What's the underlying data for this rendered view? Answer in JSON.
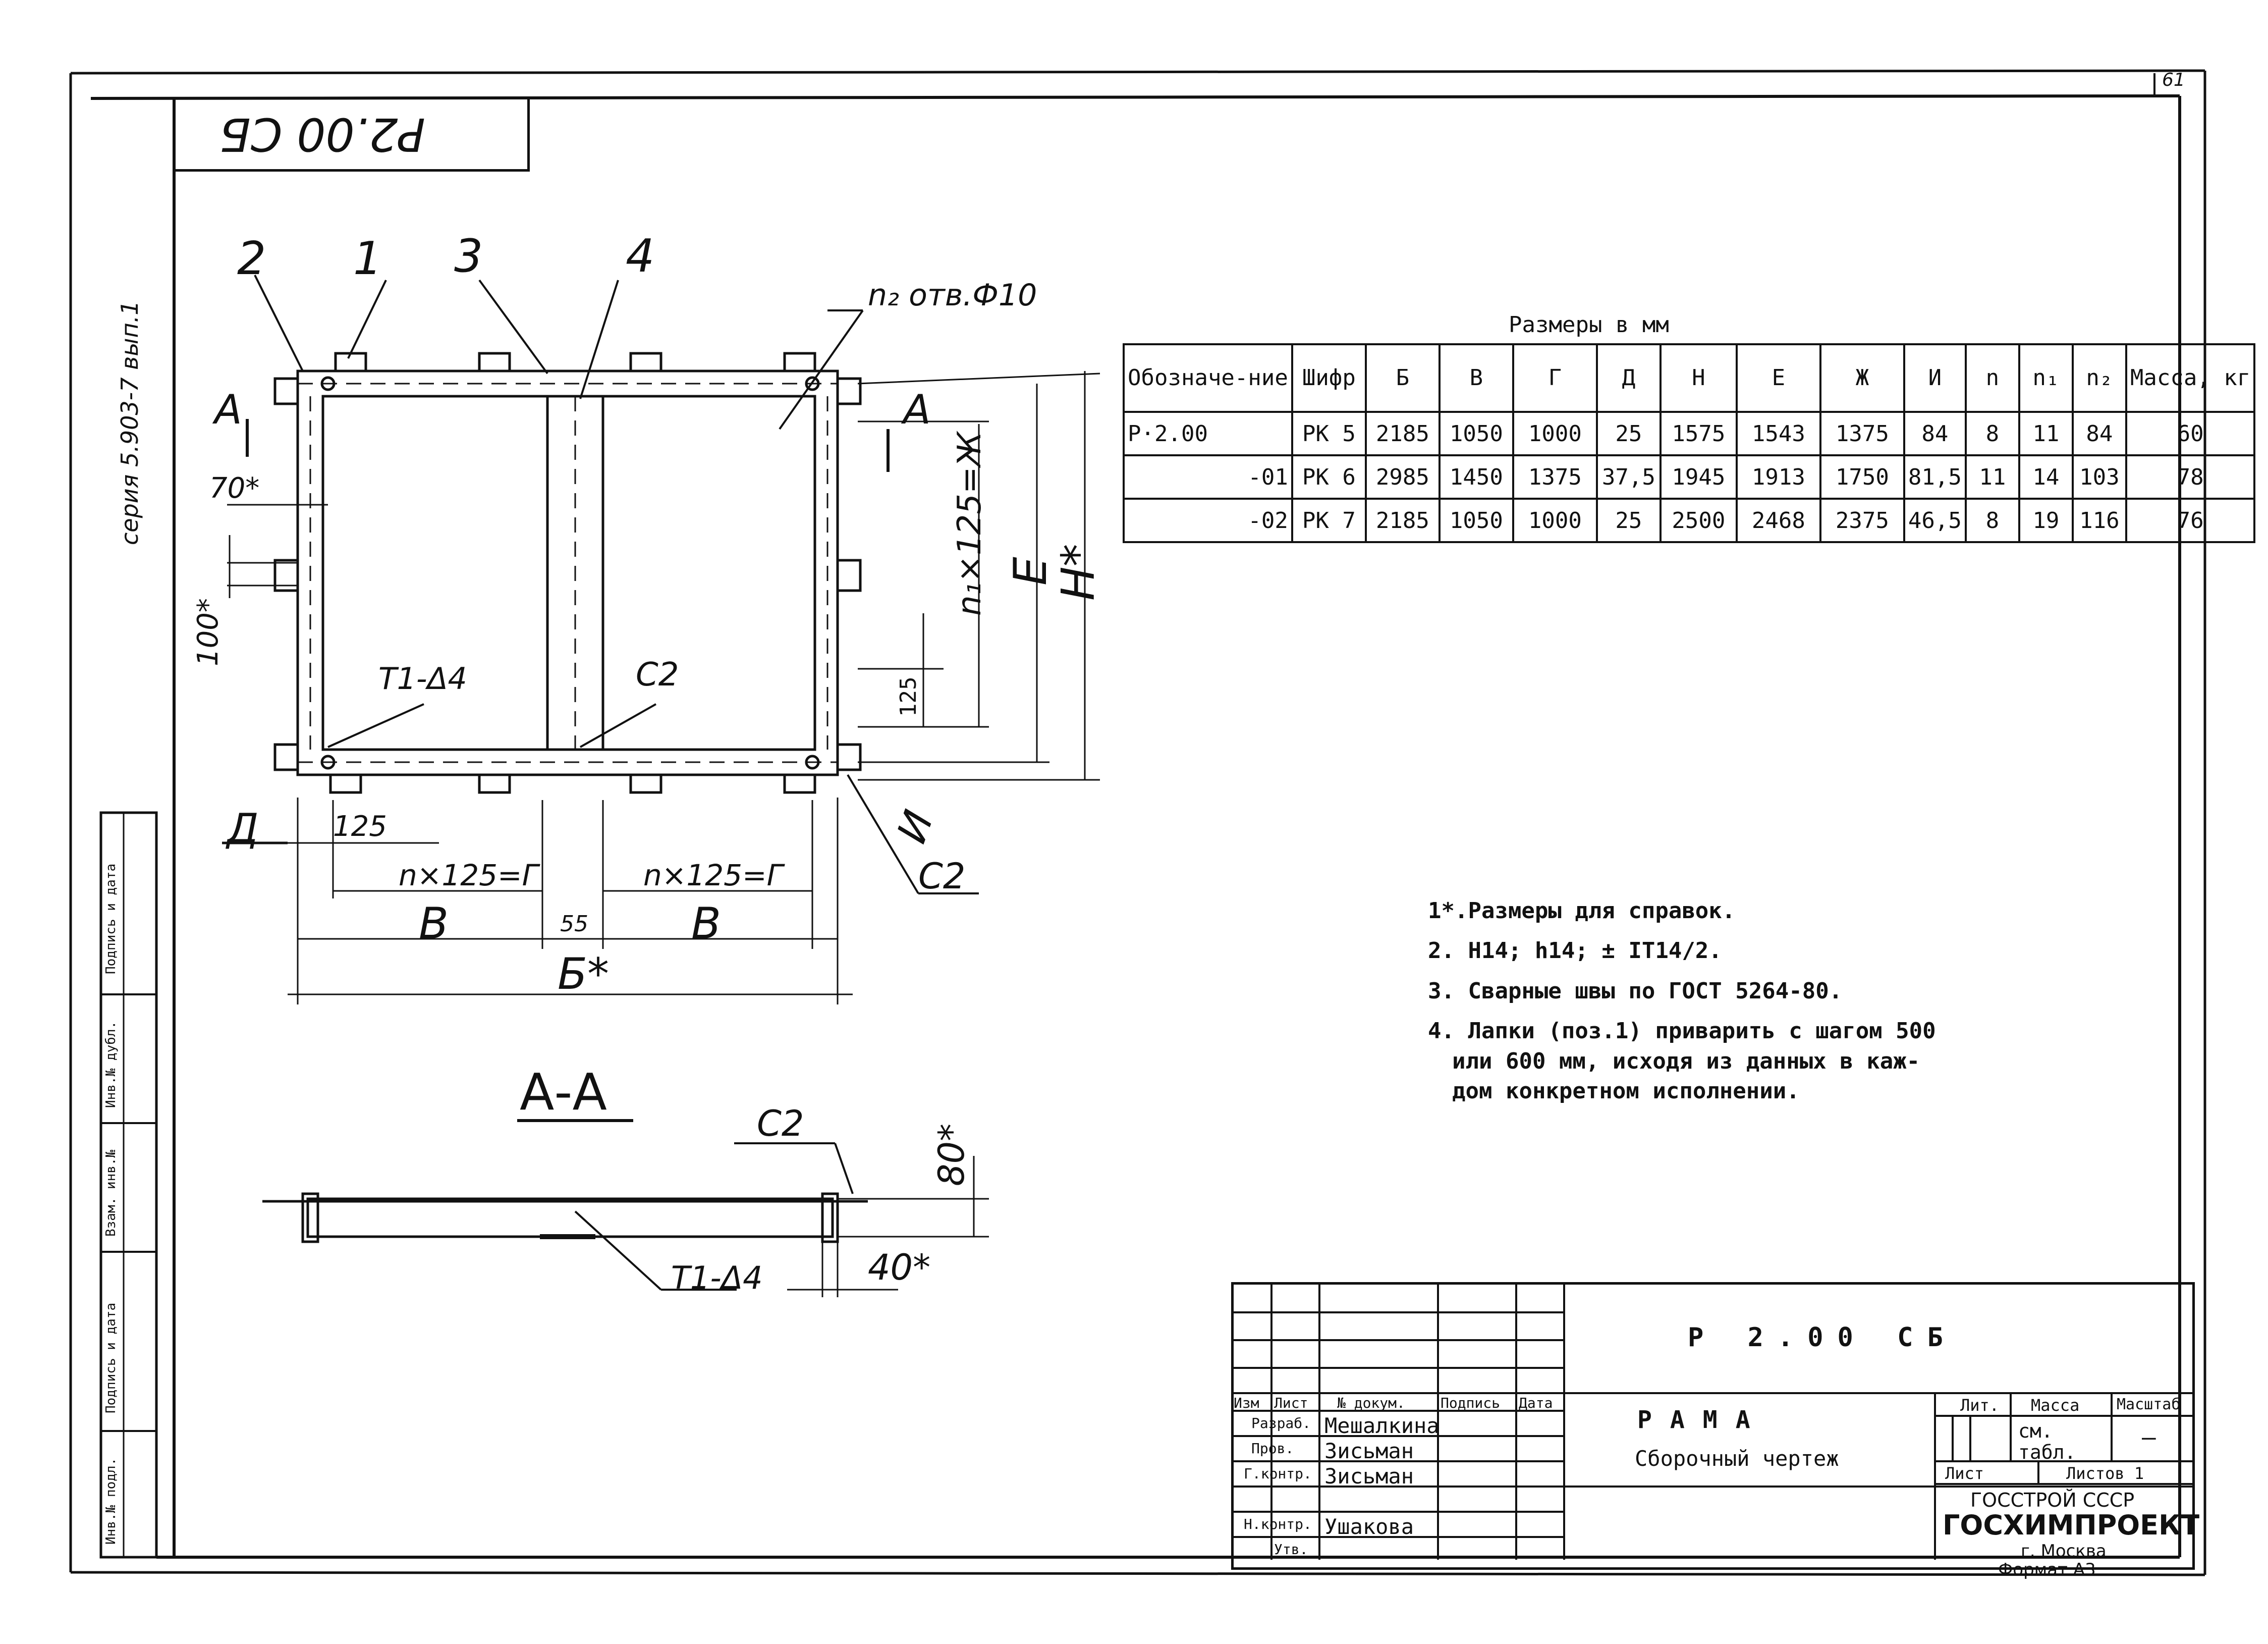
{
  "sheet_number": "61",
  "stamp": "Р2.00 СБ",
  "series_side": "серия 5.903-7 вып.1",
  "side_fields": [
    "Подпись и дата",
    "Инв.№ дубл.",
    "Взам. инв.№",
    "Подпись и дата",
    "Инв.№ подл."
  ],
  "drawing_labels": {
    "pos1": "1",
    "pos2": "2",
    "pos3": "3",
    "pos4": "4",
    "holes": "n₂ отв.Ф10",
    "section_mark": "А",
    "dim_70": "70*",
    "dim_100": "100*",
    "weld_t1": "Т1-Δ4",
    "weld_c2": "С2",
    "dim_d": "Д",
    "dim_125": "125",
    "dim_n_g": "n×125=Г",
    "dim_v": "В",
    "dim_55": "55",
    "dim_b": "Б*",
    "dim_i": "И",
    "dim_n1_zh": "n₁×125=Ж",
    "dim_e": "Е",
    "dim_h": "Н*",
    "section_title": "А-А",
    "dim_80": "80*",
    "dim_40": "40*"
  },
  "dims_table": {
    "caption": "Размеры в мм",
    "headers": [
      "Обозначе-ние",
      "Шифр",
      "Б",
      "В",
      "Г",
      "Д",
      "Н",
      "Е",
      "Ж",
      "И",
      "n",
      "n₁",
      "n₂",
      "Масса, кг"
    ],
    "rows": [
      [
        "Р·2.00",
        "РК 5",
        "2185",
        "1050",
        "1000",
        "25",
        "1575",
        "1543",
        "1375",
        "84",
        "8",
        "11",
        "84",
        "60"
      ],
      [
        "-01",
        "РК 6",
        "2985",
        "1450",
        "1375",
        "37,5",
        "1945",
        "1913",
        "1750",
        "81,5",
        "11",
        "14",
        "103",
        "78"
      ],
      [
        "-02",
        "РК 7",
        "2185",
        "1050",
        "1000",
        "25",
        "2500",
        "2468",
        "2375",
        "46,5",
        "8",
        "19",
        "116",
        "76"
      ]
    ]
  },
  "notes": [
    "1*.Размеры для справок.",
    "2. Н14;  h14; ± IT14/2.",
    "3. Сварные швы по ГОСТ 5264-80.",
    "4. Лапки (поз.1) приварить с шагом 500",
    "или 600 мм, исходя из данных в каж-",
    "дом конкретном исполнении."
  ],
  "title_block": {
    "designation": "Р 2.00 СБ",
    "name": "РАМА",
    "subtitle": "Сборочный чертеж",
    "col_headers": [
      "Изм",
      "Лист",
      "№ докум.",
      "Подпись",
      "Дата"
    ],
    "roles": [
      "Разраб.",
      "Пров.",
      "Г.контр.",
      "Н.контр.",
      "Утв."
    ],
    "names": [
      "Мешалкина",
      "Зисьман",
      "Зисьман",
      "Ушакова",
      ""
    ],
    "lit": "Лит.",
    "mass": "Масса",
    "scale": "Масштаб",
    "mass_value": "см. табл.",
    "scale_value": "—",
    "sheet": "Лист",
    "sheets": "Листов 1",
    "org1": "ГОССТРОЙ СССР",
    "org2": "ГОСХИМПРОЕКТ",
    "city": "г. Москва",
    "format": "Формат А3"
  }
}
